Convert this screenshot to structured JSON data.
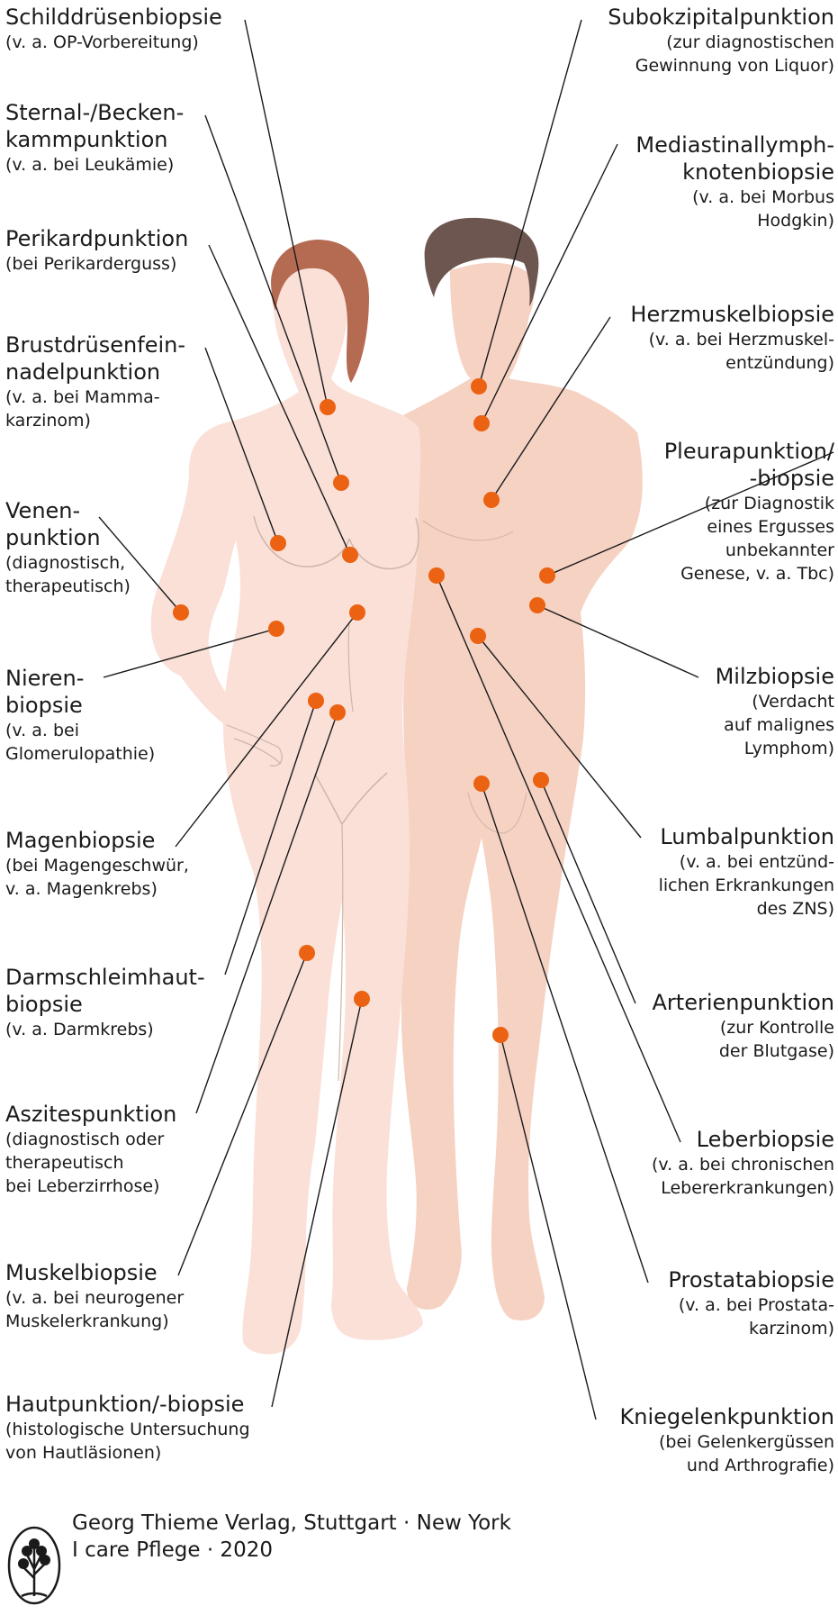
{
  "colors": {
    "marker": "#EB6212",
    "male_skin": "#F6D2C3",
    "female_skin": "#FAE0D7",
    "male_hair": "#6E5650",
    "female_hair": "#B56A52",
    "line": "#1a1a1a"
  },
  "labels_left": [
    {
      "id": "schilddruesenbiopsie",
      "title": "Schilddrüsenbiopsie",
      "desc": "(v. a. OP-Vorbereitung)"
    },
    {
      "id": "sternal-beckenkammpunktion",
      "title": "Sternal-/Becken-\nkammpunktion",
      "desc": "(v. a. bei Leukämie)"
    },
    {
      "id": "perikardpunktion",
      "title": "Perikardpunktion",
      "desc": "(bei Perikarderguss)"
    },
    {
      "id": "brustdruesenfeinnadelpunktion",
      "title": "Brustdrüsenfein-\nnadelpunktion",
      "desc": "(v. a. bei Mamma-\nkarzinom)"
    },
    {
      "id": "venenpunktion",
      "title": "Venen-\npunktion",
      "desc": "(diagnostisch,\ntherapeutisch)"
    },
    {
      "id": "nierenbiopsie",
      "title": "Nieren-\nbiopsie",
      "desc": "(v. a. bei\nGlomerulopathie)"
    },
    {
      "id": "magenbiopsie",
      "title": "Magenbiopsie",
      "desc": "(bei Magengeschwür,\nv. a. Magenkrebs)"
    },
    {
      "id": "darmschleimhautbiopsie",
      "title": "Darmschleimhaut-\nbiopsie",
      "desc": "(v. a. Darmkrebs)"
    },
    {
      "id": "aszitespunktion",
      "title": "Aszitespunktion",
      "desc": "(diagnostisch oder\ntherapeutisch\nbei Leberzirrhose)"
    },
    {
      "id": "muskelbiopsie",
      "title": "Muskelbiopsie",
      "desc": "(v. a. bei neurogener\nMuskelerkrankung)"
    },
    {
      "id": "hautpunktion-biopsie",
      "title": "Hautpunktion/-biopsie",
      "desc": "(histologische Untersuchung\nvon Hautläsionen)"
    }
  ],
  "labels_right": [
    {
      "id": "subokzipitalpunktion",
      "title": "Subokzipitalpunktion",
      "desc": "(zur diagnostischen\nGewinnung von Liquor)"
    },
    {
      "id": "mediastinallymphknotenbiopsie",
      "title": "Mediastinallymph-\nknotenbiopsie",
      "desc": "(v. a. bei Morbus\nHodgkin)"
    },
    {
      "id": "herzmuskelbiopsie",
      "title": "Herzmuskelbiopsie",
      "desc": "(v. a. bei Herzmuskel-\nentzündung)"
    },
    {
      "id": "pleurapunktion-biopsie",
      "title": "Pleurapunktion/\n-biopsie",
      "desc": "(zur Diagnostik\neines Ergusses\nunbekannter\nGenese, v. a. Tbc)"
    },
    {
      "id": "milzbiopsie",
      "title": "Milzbiopsie",
      "desc": "(Verdacht\nauf malignes\nLymphom)"
    },
    {
      "id": "lumbalpunktion",
      "title": "Lumbalpunktion",
      "desc": "(v. a. bei entzünd-\nlichen Erkrankungen\ndes ZNS)"
    },
    {
      "id": "arterienpunktion",
      "title": "Arterienpunktion",
      "desc": "(zur Kontrolle\nder Blutgase)"
    },
    {
      "id": "leberbiopsie",
      "title": "Leberbiopsie",
      "desc": "(v. a. bei chronischen\nLebererkrankungen)"
    },
    {
      "id": "prostatabiopsie",
      "title": "Prostatabiopsie",
      "desc": "(v. a. bei Prostata-\nkarzinom)"
    },
    {
      "id": "kniegelenkpunktion",
      "title": "Kniegelenkpunktion",
      "desc": "(bei Gelenkergüssen\nund Arthrografie)"
    }
  ],
  "publisher": {
    "line1": "Georg Thieme Verlag, Stuttgart · New York",
    "line2": "I care Pflege · 2020",
    "logo_icon": "thieme-tree-logo-icon"
  }
}
